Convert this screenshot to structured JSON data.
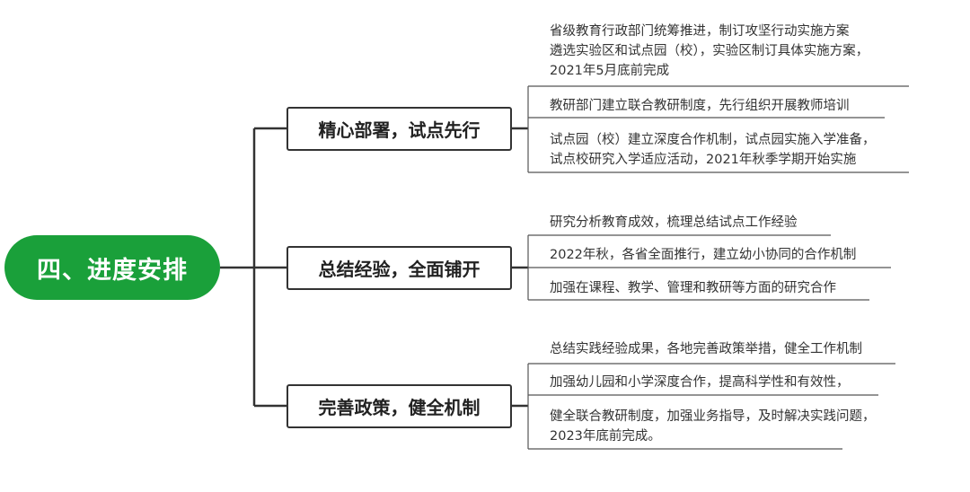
{
  "root": {
    "label": "四、进度安排"
  },
  "branches": [
    {
      "label": "精心部署，试点先行",
      "leaves": [
        {
          "lines": [
            "省级教育行政部门统筹推进，制订攻坚行动实施方案",
            "遴选实验区和试点园（校），实验区制订具体实施方案，",
            "2021年5月底前完成"
          ]
        },
        {
          "lines": [
            "教研部门建立联合教研制度，先行组织开展教师培训"
          ]
        },
        {
          "lines": [
            "试点园（校）建立深度合作机制，试点园实施入学准备，",
            "试点校研究入学适应活动，2021年秋季学期开始实施"
          ]
        }
      ]
    },
    {
      "label": "总结经验，全面铺开",
      "leaves": [
        {
          "lines": [
            "研究分析教育成效，梳理总结试点工作经验"
          ]
        },
        {
          "lines": [
            "2022年秋，各省全面推行，建立幼小协同的合作机制"
          ]
        },
        {
          "lines": [
            "加强在课程、教学、管理和教研等方面的研究合作"
          ]
        }
      ]
    },
    {
      "label": "完善政策，健全机制",
      "leaves": [
        {
          "lines": [
            "总结实践经验成果，各地完善政策举措，健全工作机制"
          ]
        },
        {
          "lines": [
            "加强幼儿园和小学深度合作，提高科学性和有效性，"
          ]
        },
        {
          "lines": [
            "健全联合教研制度，加强业务指导，及时解决实践问题，",
            "2023年底前完成。"
          ]
        }
      ]
    }
  ],
  "colors": {
    "root_bg": "#1aa03a",
    "line": "#333333"
  }
}
